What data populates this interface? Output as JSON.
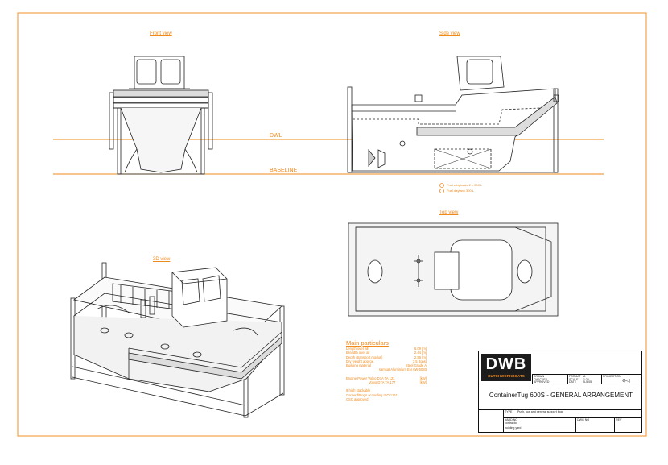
{
  "colors": {
    "line": "#222222",
    "accent": "#f08a1c",
    "frame": "#f2a24a"
  },
  "views": {
    "front": "Front view",
    "side": "Side view",
    "top": "Top view",
    "iso": "3D view"
  },
  "reference_lines": {
    "dwl": "DWL",
    "baseline": "BASELINE"
  },
  "tank_notes": [
    "Fuel wingtanks 2 x 200 L",
    "Fuel daytank 300 L"
  ],
  "particulars": {
    "title": "Main particulars",
    "rows": [
      {
        "label": "Length over all",
        "value": "6.09 [m]"
      },
      {
        "label": "Breadth over all",
        "value": "2.44 [m]"
      },
      {
        "label": "Depth (transport modus)",
        "value": "2.59 [m]"
      },
      {
        "label": "Dry weight approx.",
        "value": "7.5 [tons]"
      },
      {
        "label": "Building material",
        "value": "Steel Grade A"
      },
      {
        "label": "",
        "value": "samsat Aluminium EN AW-5083"
      }
    ],
    "engines": [
      {
        "label": "Engine Power  Volvo D7A TA 121",
        "value": "[kW]"
      },
      {
        "label": "Volvo D7A TA 177",
        "value": "[kW]"
      }
    ],
    "notes": [
      "9 high stackable",
      "Corner fittings according ISO 1161",
      "CSC approved"
    ]
  },
  "title_block": {
    "logo": "DWB",
    "logo_sub": "DUTCHWORKBOATS",
    "meta": {
      "drawn": "DRAWN",
      "checked": "CHECKED",
      "approved": "APPROVED",
      "format": "FORMAT",
      "format_val": "A",
      "scale": "SCALE",
      "scale_val": "1:25",
      "date": "DATE",
      "date_val": "5-5-05",
      "projection": "PROJECTION"
    },
    "drawing_title": "ContainerTug 600S - GENERAL ARRANGEMENT",
    "type_label": "TYPE",
    "type_val": "Push, tow and general support boat",
    "yard_no": "YARD NO",
    "contractor": "contractor",
    "yard": "building yard",
    "dwg_no": "DWG NO",
    "rev": "REV"
  }
}
